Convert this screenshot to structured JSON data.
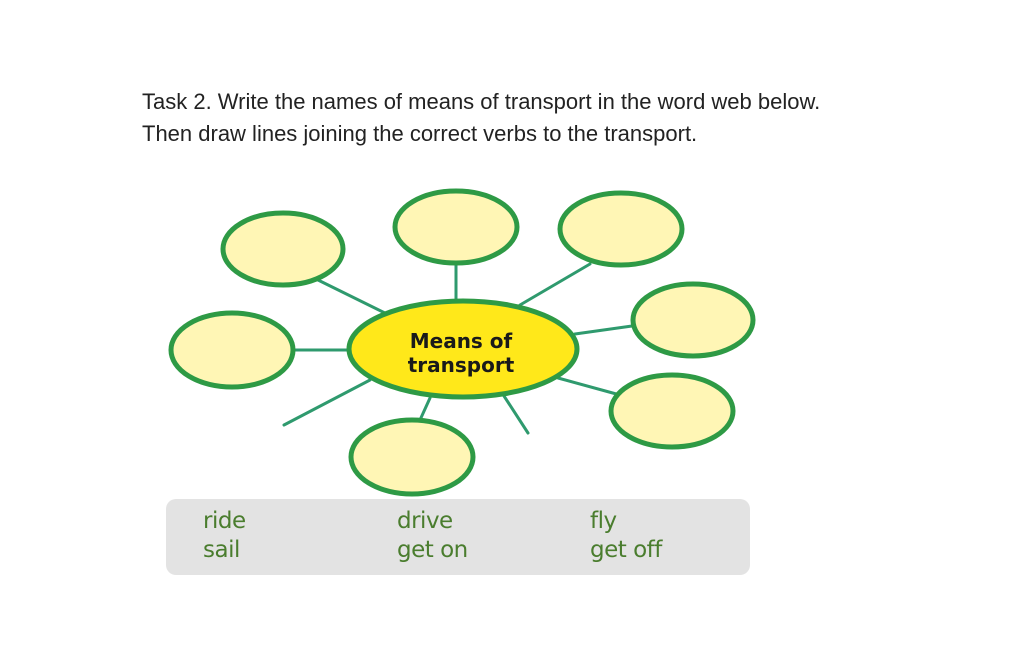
{
  "task": {
    "line1": "Task 2. Write the names of means of transport in the word web below.",
    "line2": "Then draw lines joining the correct verbs to the transport."
  },
  "web": {
    "center_line1": "Means of",
    "center_line2": "transport",
    "colors": {
      "bubble_fill": "#fff6b5",
      "bubble_stroke": "#2e9a45",
      "center_fill": "#ffe81a",
      "line": "#2f9a6e"
    }
  },
  "verbs": {
    "col1": [
      "ride",
      "sail"
    ],
    "col2": [
      "drive",
      "get on"
    ],
    "col3": [
      "fly",
      "get off"
    ],
    "color": "#4a7d2e"
  }
}
